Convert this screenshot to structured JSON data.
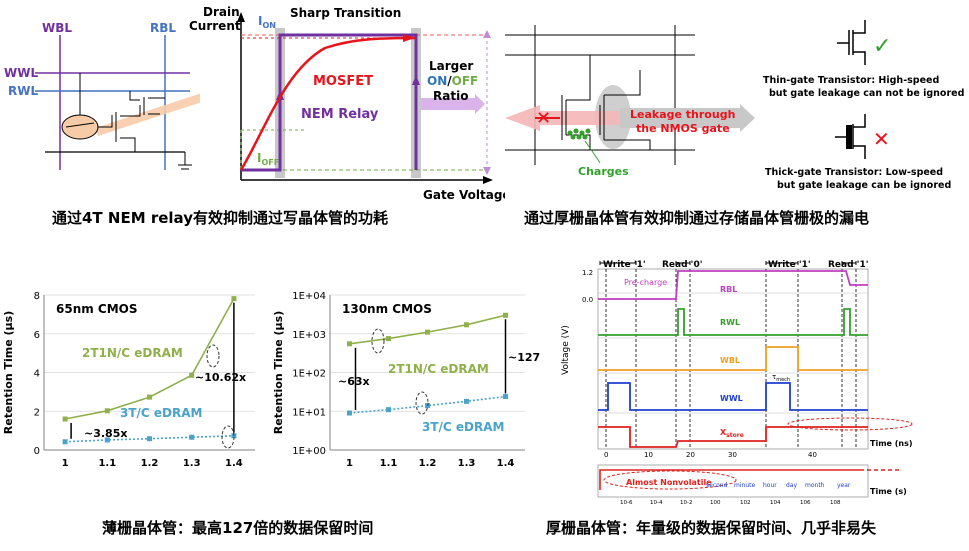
{
  "captions": {
    "top_left": "通过4T NEM relay有效抑制通过写晶体管的功耗",
    "top_right": "通过厚栅晶体管有效抑制通过存储晶体管栅极的漏电",
    "bottom_left": "薄栅晶体管：最高127倍的数据保留时间",
    "bottom_right": "厚栅晶体管：年量级的数据保留时间、几乎非易失"
  },
  "cell4t": {
    "wbl": "WBL",
    "rbl": "RBL",
    "wwl": "WWL",
    "rwl": "RWL"
  },
  "iv_plot": {
    "ylabel_1": "Drain",
    "ylabel_2": "Current",
    "ion": "I",
    "ion_sub": "ON",
    "ioff": "I",
    "ioff_sub": "OFF",
    "sharp": "Sharp Transition",
    "mosfet": "MOSFET",
    "nem": "NEM Relay",
    "larger": "Larger",
    "on": "ON",
    "slash": "/",
    "off": "OFF",
    "ratio": "Ratio",
    "xlabel": "Gate Voltage",
    "colors": {
      "mosfet": "#e8141b",
      "nem": "#7030a0",
      "on": "#2e75b6",
      "off": "#70ad47"
    }
  },
  "leak": {
    "label_1": "Leakage through",
    "label_2": "the NMOS gate",
    "charges": "Charges"
  },
  "transistors": {
    "thin_1": "Thin-gate Transistor: High-speed",
    "thin_2": "but gate leakage can not be ignored",
    "thick_1": "Thick-gate Transistor: Low-speed",
    "thick_2": "but gate leakage can be ignored"
  },
  "chart_data": [
    {
      "type": "line",
      "title": "65nm CMOS",
      "ylabel": "Retention Time (µs)",
      "x": [
        1,
        1.1,
        1.2,
        1.3,
        1.4
      ],
      "xticks": [
        "1",
        "1.1",
        "1.2",
        "1.3",
        "1.4"
      ],
      "yticks": [
        "0",
        "2",
        "4",
        "6",
        "8"
      ],
      "ylim": [
        0,
        8.5
      ],
      "series": [
        {
          "name": "2T1N/C eDRAM",
          "color": "#8fb04a",
          "values": [
            1.7,
            2.15,
            2.9,
            4.1,
            8.3
          ]
        },
        {
          "name": "3T/C eDRAM",
          "color": "#4aa3c8",
          "values": [
            0.45,
            0.55,
            0.62,
            0.7,
            0.78
          ]
        }
      ],
      "annotations": [
        "~3.85x",
        "~10.62x"
      ]
    },
    {
      "type": "line",
      "title": "130nm CMOS",
      "ylabel": "Retention Time (µs)",
      "yscale": "log",
      "x": [
        1,
        1.1,
        1.2,
        1.3,
        1.4
      ],
      "xticks": [
        "1",
        "1.1",
        "1.2",
        "1.3",
        "1.4"
      ],
      "yticks": [
        "1E+00",
        "1E+01",
        "1E+02",
        "1E+03",
        "1E+04"
      ],
      "ylim": [
        1,
        10000
      ],
      "series": [
        {
          "name": "2T1N/C eDRAM",
          "color": "#8fb04a",
          "values": [
            550,
            750,
            1100,
            1700,
            3000
          ]
        },
        {
          "name": "3T/C eDRAM",
          "color": "#4aa3c8",
          "values": [
            9,
            11,
            14,
            18,
            24
          ]
        }
      ],
      "annotations": [
        "~63x",
        "~127x"
      ]
    }
  ],
  "timing": {
    "write_1": "Write  '1'",
    "read_0": "Read  '0'",
    "write_1b": "Write  '1'",
    "read_1": "Read  '1'",
    "ylabel": "Voltage (V)",
    "precharge": "Pre-charge",
    "rbl": "RBL",
    "rwl": "RWL",
    "wbl": "WBL",
    "wwl": "WWL",
    "xstore": "X",
    "xstore_sub": "store",
    "tmech": "τ",
    "tmech_sub": "mech",
    "time_ns": "Time (ns)",
    "time_s": "Time (s)",
    "nonvolatile": "Almost Nonvolatile",
    "ns_ticks": [
      "0",
      "10",
      "20",
      "30",
      "40"
    ],
    "v12": "1.2",
    "v00": "0.0",
    "log_ticks": [
      "10-6",
      "10-4",
      "10-2",
      "100",
      "102",
      "104",
      "106",
      "108"
    ],
    "units": [
      "second",
      "minute",
      "hour",
      "day",
      "month",
      "year"
    ],
    "colors": {
      "rbl": "#c03fc0",
      "rwl": "#33a02c",
      "wbl": "#f0a020",
      "wwl": "#1f3fd0",
      "xstore": "#e0201e"
    }
  }
}
